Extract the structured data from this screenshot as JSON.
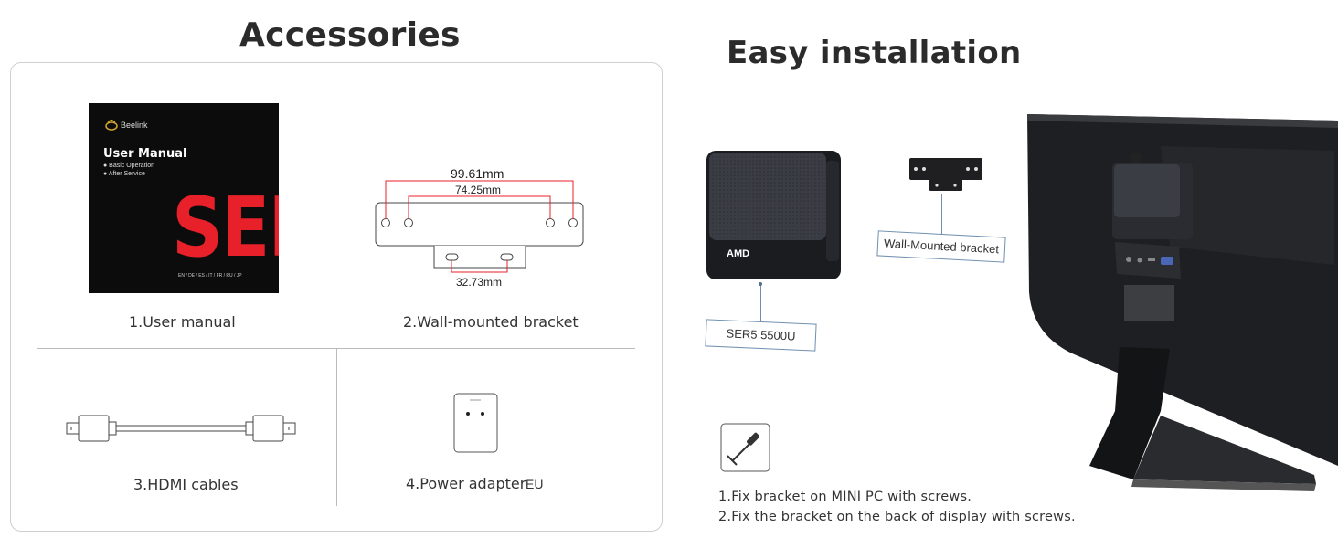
{
  "accessories": {
    "heading": "Accessories",
    "manual_cover": {
      "brand": "Beelink",
      "title": "User Manual",
      "bullet_1": "● Basic Operation",
      "bullet_2": "● After Service",
      "big_text": "SER",
      "languages": "EN / DE / ES / IT / FR / RU / JP"
    },
    "bracket_dims": {
      "outer": "99.61mm",
      "inner": "74.25mm",
      "bottom": "32.73mm"
    },
    "items": [
      {
        "label": "1.User manual"
      },
      {
        "label": "2.Wall-mounted bracket"
      },
      {
        "label": "3.HDMI cables"
      },
      {
        "label": "4.Power adapter",
        "suffix": "EU"
      }
    ]
  },
  "installation": {
    "heading": "Easy installation",
    "pc_logo": "AMD",
    "pc_label": "SER5 5500U",
    "bracket_label": "Wall-Mounted bracket",
    "steps": [
      "1.Fix bracket on MINI PC with screws.",
      "2.Fix the bracket on the back of display with screws."
    ]
  },
  "colors": {
    "accent_red": "#e8202a",
    "line_blue": "#6f8fb0"
  }
}
